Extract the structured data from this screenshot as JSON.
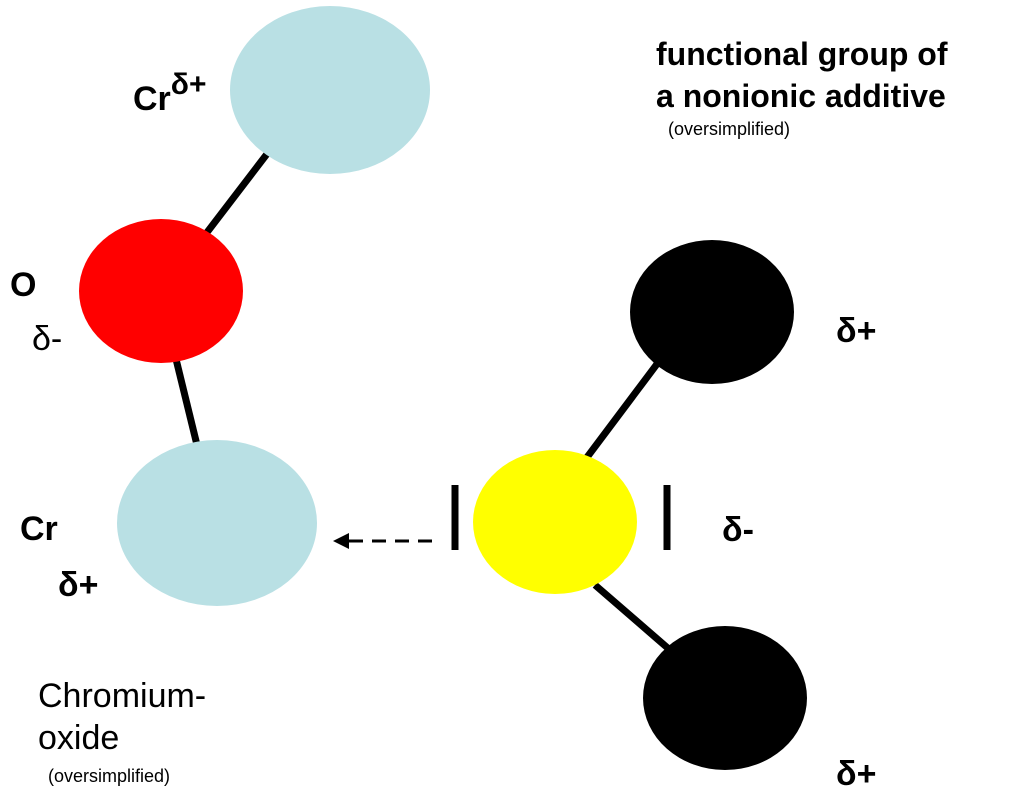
{
  "atoms": {
    "cr_top": {
      "symbol": "Cr",
      "charge": "δ+",
      "color": "#b9e0e4"
    },
    "oxygen": {
      "symbol": "O",
      "charge": "δ-",
      "color": "#ff0000"
    },
    "cr_bottom": {
      "symbol": "Cr",
      "charge": "δ+",
      "color": "#b9e0e4"
    },
    "center": {
      "charge": "δ-",
      "color": "#ffff00"
    },
    "top_right": {
      "charge": "δ+",
      "color": "#000000"
    },
    "bottom_right": {
      "charge": "δ+",
      "color": "#000000"
    }
  },
  "labels": {
    "additive_title_line1": "functional group of",
    "additive_title_line2": "a nonionic additive",
    "additive_note": "(oversimplified)",
    "oxide_title_line1": "Chromium-",
    "oxide_title_line2": "oxide",
    "oxide_note": "(oversimplified)"
  },
  "bond_color": "#000000"
}
